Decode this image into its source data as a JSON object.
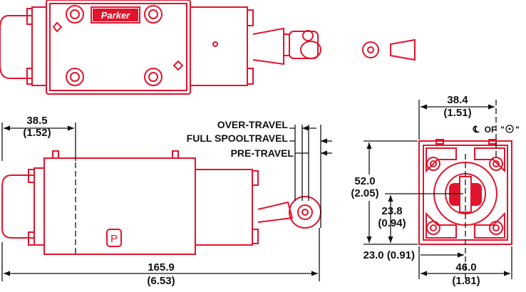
{
  "brand": "Parker",
  "port_label": "P",
  "labels": {
    "over_travel": "OVER-TRAVEL",
    "full_spool_travel": "FULL SPOOLTRAVEL",
    "pre_travel": "PRE-TRAVEL",
    "centerline_of": "OF"
  },
  "dimensions": {
    "d38_5": "38.5",
    "d38_5_in": "(1.52)",
    "d165_9": "165.9",
    "d165_9_in": "(6.53)",
    "d38_4": "38.4",
    "d38_4_in": "(1.51)",
    "d52_0": "52.0",
    "d52_0_in": "(2.05)",
    "d23_8": "23.8",
    "d23_8_in": "(0.94)",
    "d23_0": "23.0 (0.91)",
    "d46_0": "46.0",
    "d46_0_in": "(1.81)"
  },
  "colors": {
    "outline": "#e2142d",
    "dimension": "#111111"
  }
}
